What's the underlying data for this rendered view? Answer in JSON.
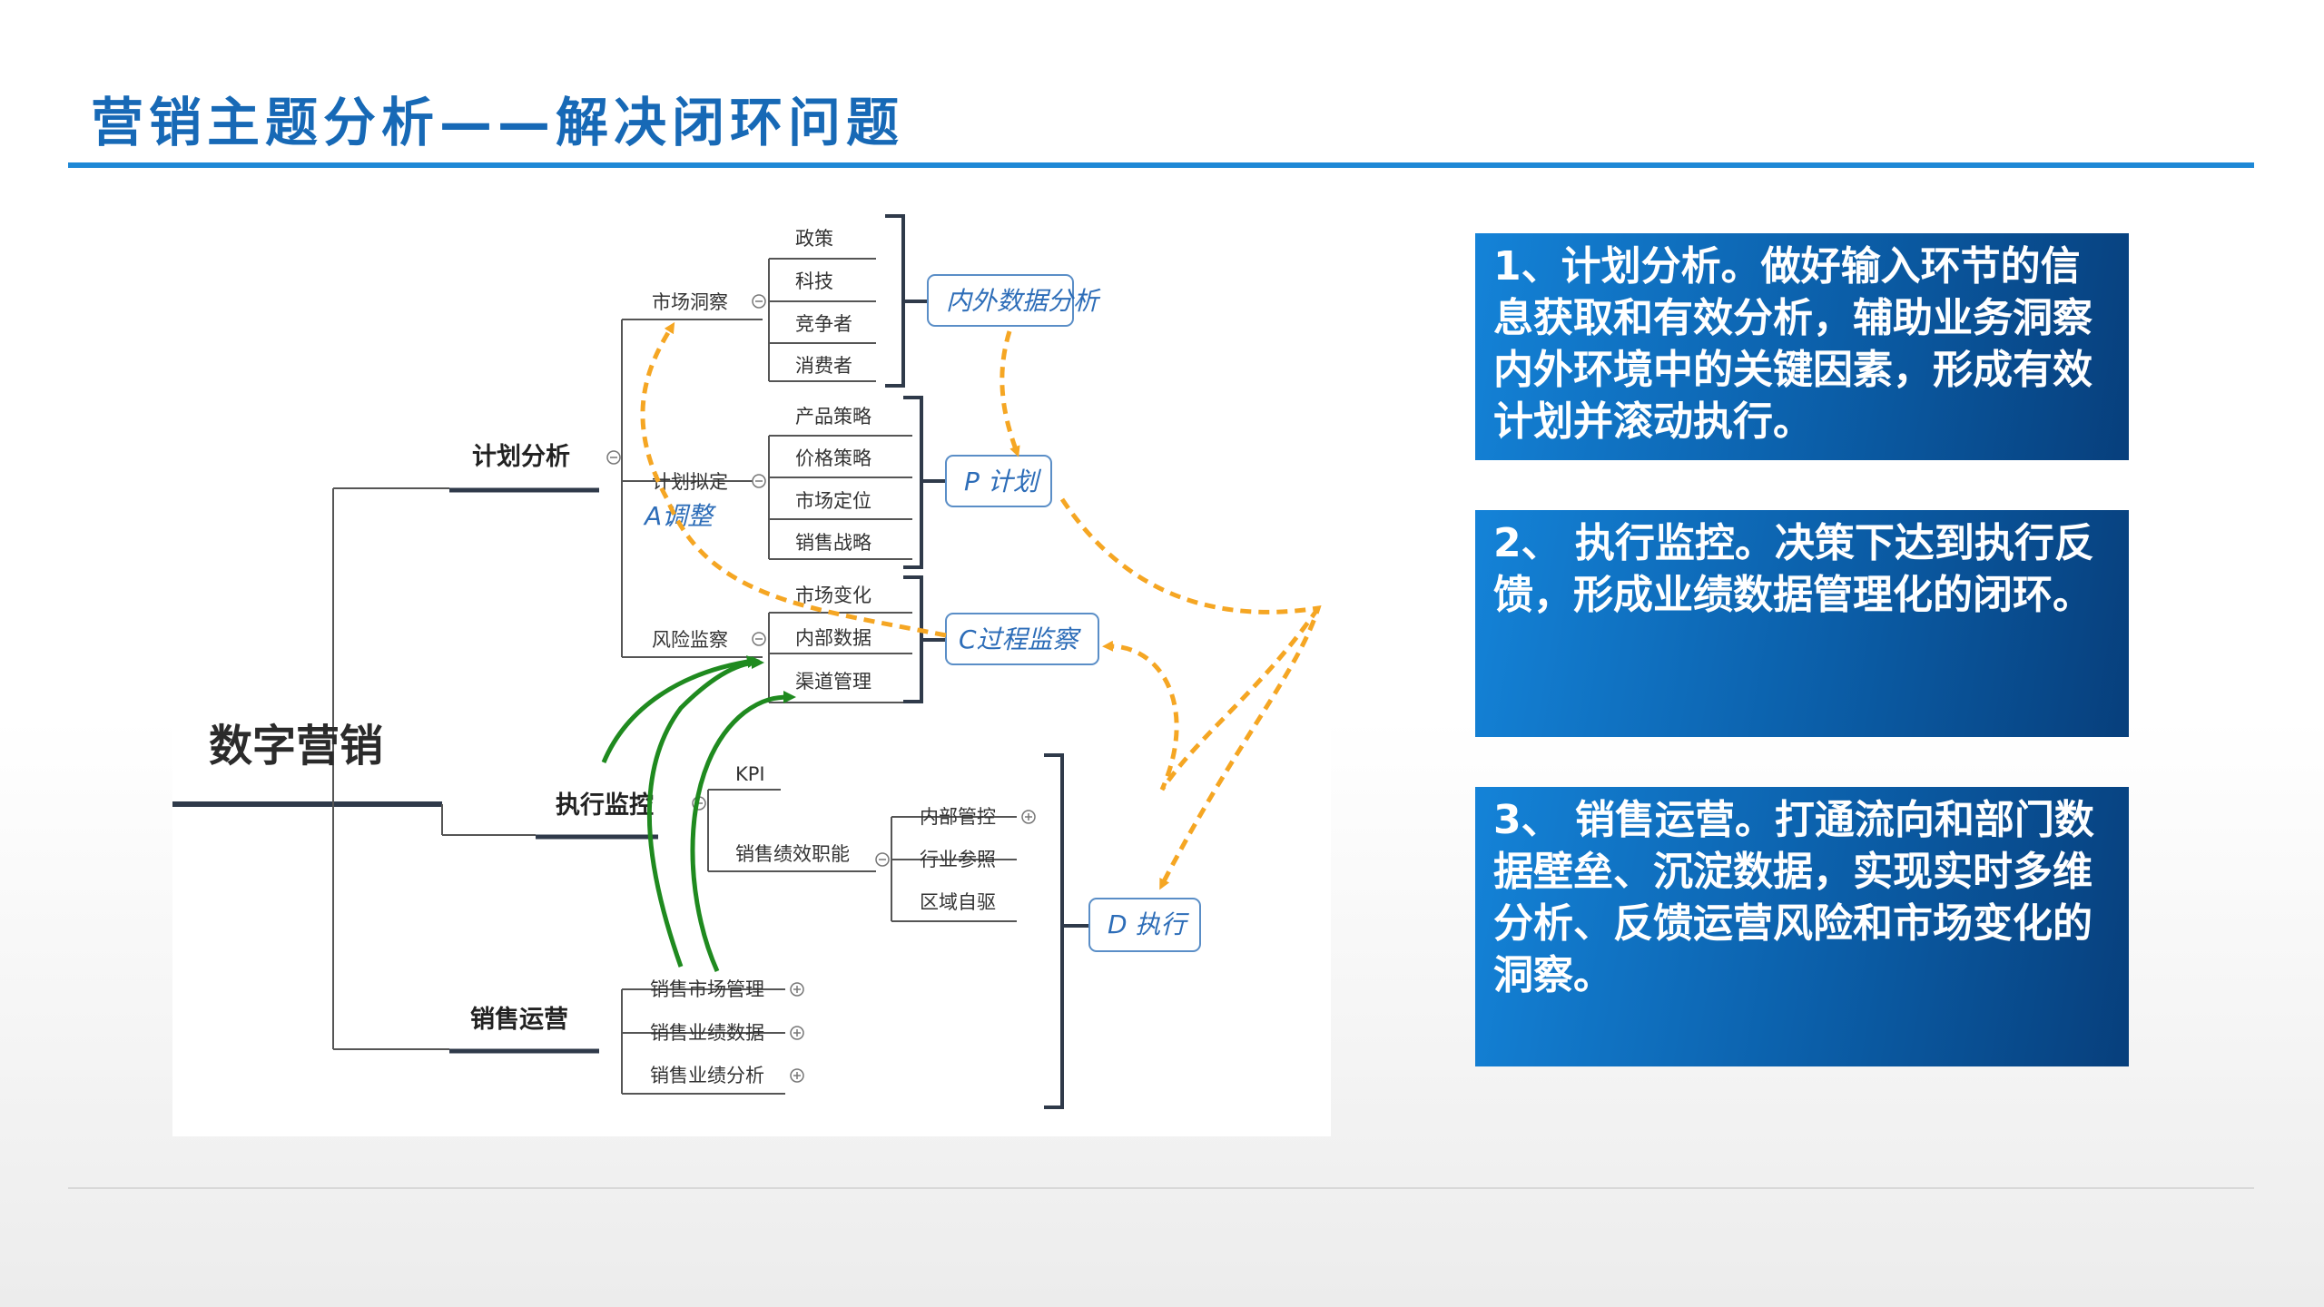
{
  "slide": {
    "title": "营销主题分析——解决闭环问题"
  },
  "diagram": {
    "root": "数字营销",
    "branches": {
      "plan": "计划分析",
      "exec": "执行监控",
      "sales": "销售运营"
    },
    "plan_children": {
      "market_insight": "市场洞察",
      "plan_setting": "计划拟定",
      "risk_monitor": "风险监察"
    },
    "market_insight_items": [
      "政策",
      "科技",
      "竞争者",
      "消费者"
    ],
    "plan_setting_items": [
      "产品策略",
      "价格策略",
      "市场定位",
      "销售战略"
    ],
    "risk_items": [
      "市场变化",
      "内部数据",
      "渠道管理"
    ],
    "exec_children": {
      "kpi": "KPI",
      "perf": "销售绩效职能"
    },
    "perf_items": [
      "内部管控",
      "行业参照",
      "区域自驱"
    ],
    "sales_items": [
      "销售市场管理",
      "销售业绩数据",
      "销售业绩分析"
    ],
    "callouts": {
      "data_analysis": "内外数据分析",
      "plan": "P 计划",
      "check": "C过程监察",
      "do": "D 执行",
      "act": "A调整"
    },
    "colors": {
      "dashed_arrow": "#f5a623",
      "green_arrow": "#1f8a1f",
      "callout_border": "#5a8ec7",
      "line": "#555555"
    }
  },
  "boxes": [
    {
      "text": "1、计划分析。做好输入环节的信息获取和有效分析，辅助业务洞察内外环境中的关键因素，形成有效计划并滚动执行。"
    },
    {
      "text": "2、 执行监控。决策下达到执行反馈，形成业绩数据管理化的闭环。"
    },
    {
      "text": "3、 销售运营。打通流向和部门数据壁垒、沉淀数据，实现实时多维分析、反馈运营风险和市场变化的洞察。"
    }
  ],
  "colors": {
    "title": "#1769b6",
    "rule": "#1e88d6",
    "box_start": "#1483d8",
    "box_end": "#073f7c"
  }
}
